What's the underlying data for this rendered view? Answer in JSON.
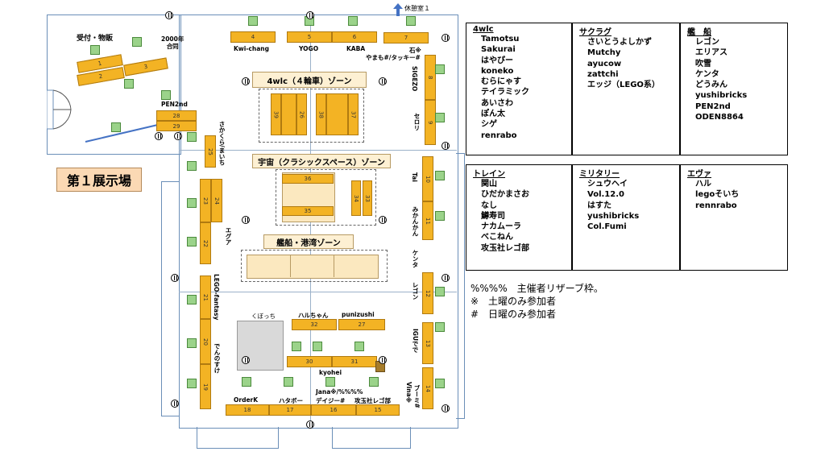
{
  "hall_title": "第１展示場",
  "exit_label": "休憩室１",
  "areas": {
    "reception": "受付・物販",
    "joint2000": [
      "2000年",
      "合同"
    ],
    "kubocchi": "くぼっち"
  },
  "zones": {
    "fourwlc": "4wlc（４輪車）ゾーン",
    "space": "宇宙（クラシックスペース）ゾーン",
    "ships": "艦船・港湾ゾーン"
  },
  "tables": [
    "1",
    "2",
    "3",
    "4",
    "5",
    "6",
    "7",
    "8",
    "9",
    "10",
    "11",
    "12",
    "13",
    "14",
    "15",
    "16",
    "17",
    "18",
    "19",
    "20",
    "21",
    "22",
    "23",
    "24",
    "25",
    "26",
    "27",
    "28",
    "29",
    "30",
    "31",
    "32",
    "33",
    "34",
    "35",
    "36",
    "37",
    "38",
    "39"
  ],
  "exhibitors": {
    "kwichang": "Kwi-chang",
    "yogo": "YOGO",
    "kaba": "KABA",
    "ishi": "石※",
    "yamamo": "やまも#/タッキー#",
    "pen2nd": "PEN2nd",
    "sigezo": "SIGEZO",
    "serori": "セロリ",
    "sakaura": "さかくら/まいち",
    "egua": "エグア",
    "tai": "Tai",
    "mikankan": "みかんかん",
    "kenta": "ケンタ",
    "regon": "レゴン",
    "legofantasy": "LEGO-fantasy",
    "denoshi": "でんのすけ",
    "haruchan": "ハルちゃん",
    "punizushi": "punizushi",
    "kyohei": "kyohei",
    "igu": "IGUでで",
    "vina": "Vina※",
    "buumi": "ブーミ#",
    "orderk": "OrderK",
    "hatabo": "ハタボー",
    "jana": "Jana※/%%%%",
    "deiji": "デイジー#",
    "koudama": "攻玉社レゴ部"
  },
  "boxes": [
    {
      "head": "4wlc",
      "items": [
        "Tamotsu",
        "Sakurai",
        "はやぴー",
        "koneko",
        "むらにゃす",
        "テイラミック",
        "あいさわ",
        "ぽん太",
        "シゲ",
        "renrabo"
      ]
    },
    {
      "head": "サクラグ",
      "items": [
        "さいとうよしかず",
        "Mutchy",
        "ayucow",
        "zattchi",
        "エッジ（LEGO系）"
      ]
    },
    {
      "head": "艦　船",
      "items": [
        "レゴン",
        "エリアス",
        "吹雪",
        "ケンタ",
        "どうみん",
        "yushibricks",
        "PEN2nd",
        "ODEN8864"
      ]
    },
    {
      "head": "トレイン",
      "items": [
        "関山",
        "ひだかまさお",
        "なし",
        "鱒寿司",
        "ナカムーラ",
        "べこねん",
        "攻玉社レゴ部"
      ]
    },
    {
      "head": "ミリタリー",
      "items": [
        "シュウヘイ",
        "Vol.12.0",
        "はすた",
        "yushibricks",
        "Col.Fumi"
      ]
    },
    {
      "head": "エヴァ",
      "items": [
        "ハル",
        "legoそいち",
        "rennrabo"
      ]
    }
  ],
  "legend": [
    "%%%%　主催者リザーブ枠。",
    "※　土曜のみ参加者",
    "#　日曜のみ参加者"
  ],
  "colors": {
    "table": "#f3b324",
    "chair": "#9bd38a",
    "zone_bg": "#fdf0d3",
    "title_bg": "#fbd9b4",
    "wall": "#6b8fb8"
  }
}
